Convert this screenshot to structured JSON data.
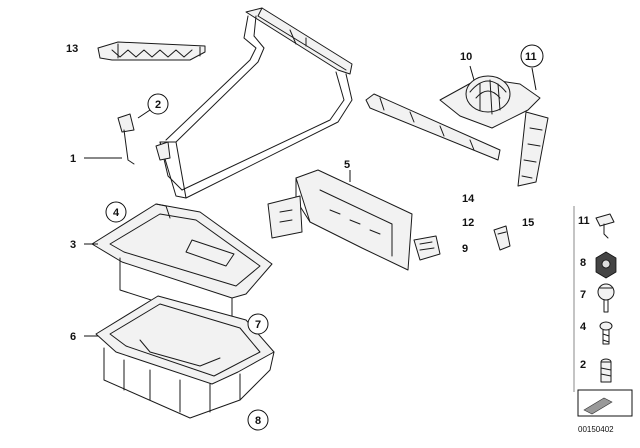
{
  "callouts": {
    "c1": "1",
    "c2": "2",
    "c3": "3",
    "c4": "4",
    "c5": "5",
    "c6": "6",
    "c7": "7",
    "c8": "8",
    "c9": "9",
    "c10": "10",
    "c11": "11",
    "c12": "12",
    "c13": "13",
    "c14": "14",
    "c15": "15"
  },
  "hardware_column": {
    "h11": "11",
    "h8": "8",
    "h7": "7",
    "h4": "4",
    "h2": "2"
  },
  "document_id": "00150402",
  "colors": {
    "line": "#1a1a1a",
    "fill": "#f2f2f2",
    "background": "#ffffff"
  }
}
